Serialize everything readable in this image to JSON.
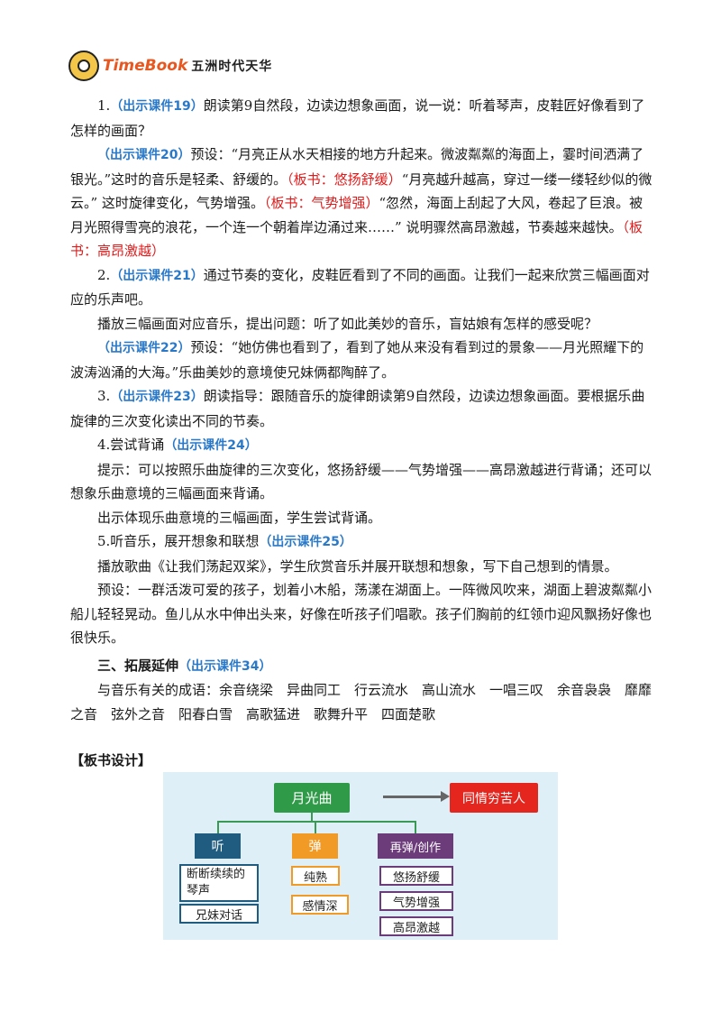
{
  "header": {
    "logo_text": "TimeBook",
    "logo_cn": "五洲时代天华"
  },
  "paragraphs": {
    "p1": [
      {
        "t": "1.",
        "c": ""
      },
      {
        "t": "（出示课件19）",
        "c": "blue"
      },
      {
        "t": "朗读第9自然段，边读边想象画面，说一说：听着琴声，皮鞋匠好像看到了怎样的画面？",
        "c": ""
      }
    ],
    "p2": [
      {
        "t": "（出示课件20）",
        "c": "blue"
      },
      {
        "t": "预设：“月亮正从水天相接的地方升起来。微波粼粼的海面上，霎时间洒满了银光。”这时的音乐是轻柔、舒缓的。",
        "c": ""
      },
      {
        "t": "（板书：悠扬舒缓）",
        "c": "red"
      },
      {
        "t": "“月亮越升越高，穿过一缕一缕轻纱似的微云。” 这时旋律变化，气势增强。",
        "c": ""
      },
      {
        "t": "（板书：气势增强）",
        "c": "red"
      },
      {
        "t": "“忽然，海面上刮起了大风，卷起了巨浪。被月光照得雪亮的浪花，一个连一个朝着岸边涌过来……” 说明骤然高昂激越，节奏越来越快。",
        "c": ""
      },
      {
        "t": "（板书：高昂激越）",
        "c": "red"
      }
    ],
    "p3": [
      {
        "t": "2.",
        "c": ""
      },
      {
        "t": "（出示课件21）",
        "c": "blue"
      },
      {
        "t": "通过节奏的变化，皮鞋匠看到了不同的画面。让我们一起来欣赏三幅画面对应的乐声吧。",
        "c": ""
      }
    ],
    "p4": [
      {
        "t": "播放三幅画面对应音乐，提出问题：听了如此美妙的音乐，盲姑娘有怎样的感受呢？",
        "c": ""
      }
    ],
    "p5": [
      {
        "t": "（出示课件22）",
        "c": "blue"
      },
      {
        "t": "预设：“她仿佛也看到了，看到了她从来没有看到过的景象——月光照耀下的波涛汹涌的大海。”乐曲美妙的意境使兄妹俩都陶醉了。",
        "c": ""
      }
    ],
    "p6": [
      {
        "t": "3.",
        "c": ""
      },
      {
        "t": "（出示课件23）",
        "c": "blue"
      },
      {
        "t": "朗读指导：跟随音乐的旋律朗读第9自然段，边读边想象画面。要根据乐曲旋律的三次变化读出不同的节奏。",
        "c": ""
      }
    ],
    "p7": [
      {
        "t": "4.尝试背诵",
        "c": ""
      },
      {
        "t": "（出示课件24）",
        "c": "blue"
      }
    ],
    "p8": [
      {
        "t": "提示：可以按照乐曲旋律的三次变化，悠扬舒缓——气势增强——高昂激越进行背诵；还可以想象乐曲意境的三幅画面来背诵。",
        "c": ""
      }
    ],
    "p9": [
      {
        "t": "出示体现乐曲意境的三幅画面，学生尝试背诵。",
        "c": ""
      }
    ],
    "p10": [
      {
        "t": "5.听音乐，展开想象和联想",
        "c": ""
      },
      {
        "t": "（出示课件25）",
        "c": "blue"
      }
    ],
    "p11": [
      {
        "t": "播放歌曲《让我们荡起双桨》，学生欣赏音乐并展开联想和想象，写下自己想到的情景。",
        "c": ""
      }
    ],
    "p12": [
      {
        "t": "预设：一群活泼可爱的孩子，划着小木船，荡漾在湖面上。一阵微风吹来，湖面上碧波粼粼小船儿轻轻晃动。鱼儿从水中伸出头来，好像在听孩子们唱歌。孩子们胸前的红领巾迎风飘扬好像也很快乐。",
        "c": ""
      }
    ],
    "p13": [
      {
        "t": "三、拓展延伸",
        "c": ""
      },
      {
        "t": "（出示课件34）",
        "c": "blue"
      }
    ],
    "p14": [
      {
        "t": "与音乐有关的成语：余音绕梁　异曲同工　行云流水　高山流水　一唱三叹　余音袅袅　靡靡之音　弦外之音　阳春白雪　高歌猛进　歌舞升平　四面楚歌",
        "c": ""
      }
    ]
  },
  "board": {
    "label": "【板书设计】",
    "main": "月光曲",
    "result": "同情穷苦人",
    "listen": "听",
    "play": "弹",
    "replay": "再弹/创作",
    "listen_items": [
      "断断续续的琴声",
      "兄妹对话"
    ],
    "play_items": [
      "纯熟",
      "感情深"
    ],
    "replay_items": [
      "悠扬舒缓",
      "气势增强",
      "高昂激越"
    ]
  }
}
